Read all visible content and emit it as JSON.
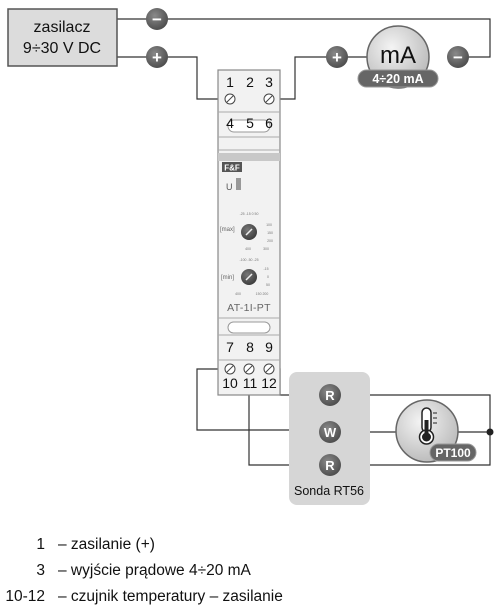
{
  "power_supply": {
    "line1": "zasilacz",
    "line2": "9÷30 V DC"
  },
  "ammeter": {
    "symbol": "mA",
    "range": "4÷20 mA"
  },
  "polarity": {
    "minus": "−",
    "plus": "+"
  },
  "device": {
    "terminals_top_front": [
      "1",
      "2",
      "3"
    ],
    "terminals_top_back": [
      "4",
      "5",
      "6"
    ],
    "terminals_bottom_back": [
      "7",
      "8",
      "9"
    ],
    "terminals_bottom_front": [
      "10",
      "11",
      "12"
    ],
    "brand": "F&F",
    "led_label": "U",
    "knob_max_label": "[max]",
    "knob_min_label": "[min]",
    "model": "AT-1I-PT"
  },
  "probe": {
    "title": "Sonda RT56",
    "wire_r": "R",
    "wire_w": "W",
    "sensor": "PT100"
  },
  "legend": [
    {
      "num": "1",
      "text": "– zasilanie (+)"
    },
    {
      "num": "3",
      "text": "– wyjście prądowe 4÷20 mA"
    },
    {
      "num": "10-12",
      "text": "– czujnik temperatury – zasilanie"
    }
  ]
}
